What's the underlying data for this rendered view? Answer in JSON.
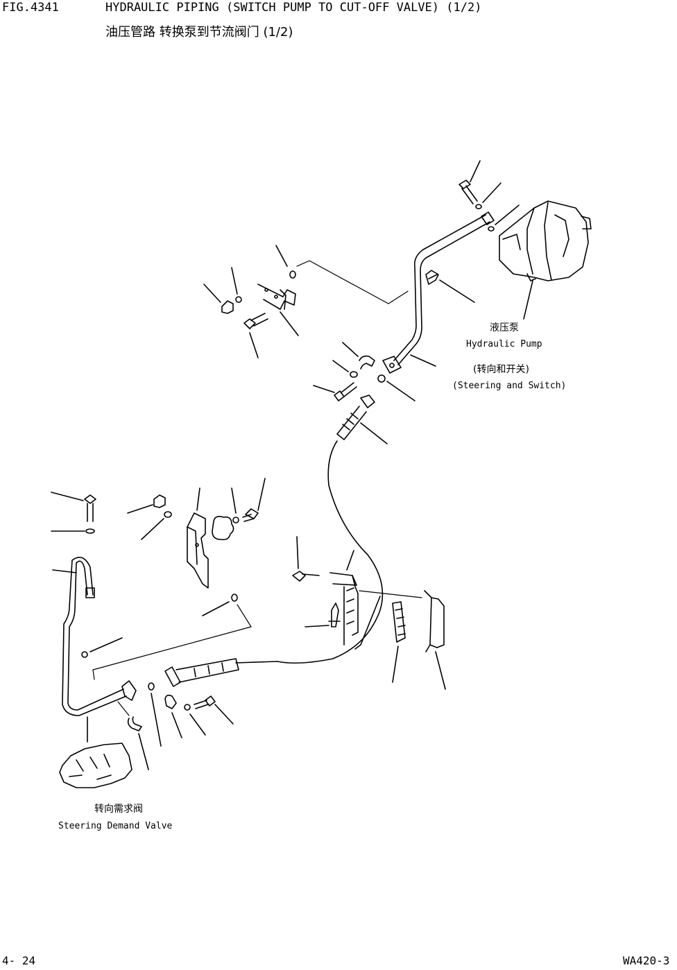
{
  "header": {
    "fig_no": "FIG.4341",
    "title_en": "HYDRAULIC PIPING (SWITCH PUMP TO CUT-OFF VALVE) (1/2)",
    "title_cn": "油压管路 转换泵到节流阀门 (1/2)"
  },
  "labels": {
    "pump_cn": "液压泵",
    "pump_en": "Hydraulic Pump",
    "steer_switch_cn": "(转向和开关)",
    "steer_switch_en": "(Steering and Switch)",
    "demand_valve_cn": "转向需求阀",
    "demand_valve_en": "Steering Demand Valve"
  },
  "footer": {
    "page": "4- 24",
    "model": "WA420-3"
  }
}
